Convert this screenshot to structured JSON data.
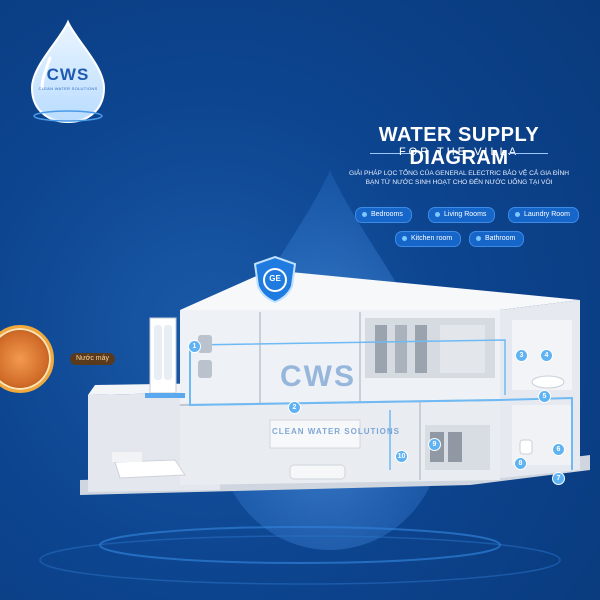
{
  "logo": {
    "text": "CWS",
    "subtext": "CLEAN WATER SOLUTIONS"
  },
  "header": {
    "title": "WATER SUPPLY DIAGRAM",
    "subtitle": "FOR THE VILLA",
    "description_line1": "GIẢI PHÁP LỌC TỔNG CỦA GENERAL ELECTRIC BẢO VỆ CẢ GIA ĐÌNH",
    "description_line2": "BẠN TỪ NƯỚC SINH HOẠT CHO ĐẾN NƯỚC UỐNG TẠI VÒI"
  },
  "rooms": [
    {
      "label": "Bedrooms"
    },
    {
      "label": "Living Rooms"
    },
    {
      "label": "Laundry Room"
    },
    {
      "label": "Kitchen room"
    },
    {
      "label": "Bathroom"
    }
  ],
  "scene": {
    "tap_label": "Nước máy",
    "watermark_logo": "CWS",
    "watermark_text": "CLEAN WATER SOLUTIONS",
    "brand_badge": "GE",
    "points": [
      "1",
      "2",
      "3",
      "4",
      "5",
      "6",
      "7",
      "8",
      "9",
      "10"
    ]
  },
  "colors": {
    "background": "#0b3f86",
    "accent": "#1665c8",
    "pipe": "#6fbaf5"
  }
}
